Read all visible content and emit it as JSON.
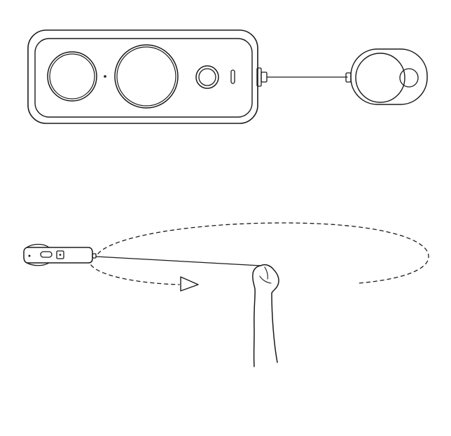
{
  "diagram": {
    "line_color": "#1a1a1a",
    "background_color": "#ffffff",
    "top_illustration": {
      "subject": "camera-tethered-to-remote",
      "parts": [
        "camera-body",
        "small-lens",
        "large-lens",
        "record-button",
        "indicator-slot",
        "tether-port",
        "tether-cord",
        "remote-controller"
      ]
    },
    "bottom_illustration": {
      "subject": "swing-camera-around-on-cord",
      "parts": [
        "camera-side-view",
        "cord",
        "hand-and-arm",
        "circular-swing-path",
        "direction-arrow"
      ]
    }
  }
}
